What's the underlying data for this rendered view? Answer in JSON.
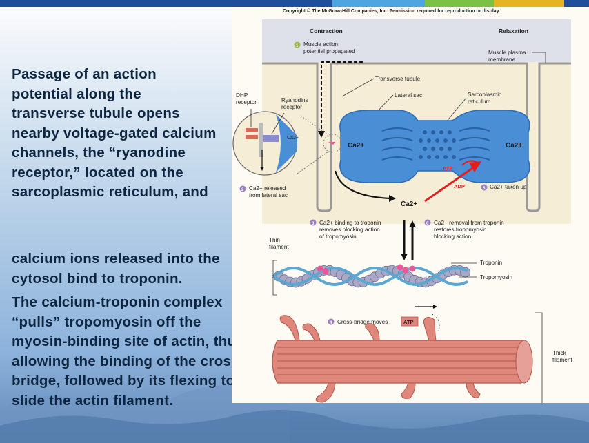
{
  "colors": {
    "topbar": [
      "#1f4f9a",
      "#4ea6e0",
      "#7bc143",
      "#e6b323",
      "#1f4f9a"
    ],
    "calcium_arrow": "#e21f1f",
    "sarcoplasmic_reticulum": "#4a8fd6",
    "thick_filament": "#e0877c",
    "troponin": "#e8589a",
    "actin": "#a9a8c6",
    "tropomyosin": "#5aa7d1"
  },
  "slide": {
    "p1": "Passage of an action potential along the transverse tubule opens nearby voltage-gated calcium channels, the “ryanodine receptor,” located on the sarcoplasmic reticulum, and",
    "p2": "calcium ions released into the cytosol bind to troponin.",
    "p3": "The calcium-troponin complex “pulls” tropomyosin off the myosin-binding site of actin, thus allowing the binding of the cross-bridge, followed by its flexing to slide the actin filament."
  },
  "figure": {
    "copyright": "Copyright © The McGraw-Hill Companies, Inc. Permission required for reproduction or display.",
    "contraction": "Contraction",
    "relaxation": "Relaxation",
    "step1_num": "1",
    "step1_a": "Muscle action",
    "step1_b": "potential propagated",
    "plasma_a": "Muscle plasma",
    "plasma_b": "membrane",
    "t_tubule": "Transverse tubule",
    "dhp_a": "DHP",
    "dhp_b": "receptor",
    "ryr_a": "Ryanodine",
    "ryr_b": "receptor",
    "lateral_sac": "Lateral sac",
    "sr_a": "Sarcoplasmic",
    "sr_b": "reticulum",
    "ca2": "Ca2+",
    "ca_small": "Ca2+",
    "atp": "ATP",
    "adp": "ADP",
    "step2_num": "2",
    "step2_a": "Ca2+ released",
    "step2_b": "from lateral sac",
    "step5_num": "5",
    "step5": "Ca2+ taken up",
    "ca_mid": "Ca2+",
    "step3_num": "3",
    "step3_a": "Ca2+ binding to troponin",
    "step3_b": "removes blocking action",
    "step3_c": "of tropomyosin",
    "step6_num": "6",
    "step6_a": "Ca2+ removal from troponin",
    "step6_b": "restores tropomyosin",
    "step6_c": "blocking action",
    "thin_a": "Thin",
    "thin_b": "filament",
    "troponin": "Troponin",
    "tropomyosin": "Tropomyosin",
    "step4_num": "4",
    "step4": "Cross-bridge moves",
    "atp2": "ATP",
    "thick_a": "Thick",
    "thick_b": "filament"
  }
}
